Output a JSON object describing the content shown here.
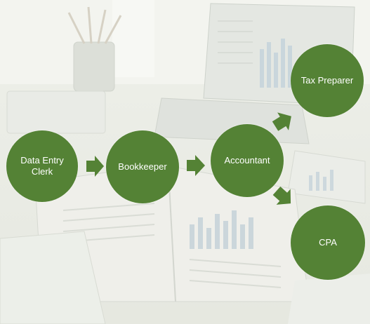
{
  "diagram": {
    "nodes": {
      "data_entry": "Data Entry Clerk",
      "bookkeeper": "Bookkeeper",
      "accountant": "Accountant",
      "tax_preparer": "Tax Preparer",
      "cpa": "CPA"
    },
    "edges": [
      {
        "from": "data_entry",
        "to": "bookkeeper"
      },
      {
        "from": "bookkeeper",
        "to": "accountant"
      },
      {
        "from": "accountant",
        "to": "tax_preparer"
      },
      {
        "from": "accountant",
        "to": "cpa"
      }
    ]
  },
  "colors": {
    "node_fill": "#548235",
    "node_text": "#ffffff",
    "arrow_fill": "#548235"
  }
}
